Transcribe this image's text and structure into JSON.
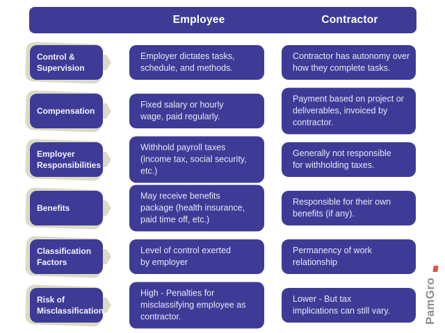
{
  "colors": {
    "box_indigo": "#3e3b97",
    "shadow_beige": "#dbdac6",
    "text_light": "#e8e6f5",
    "logo_gray": "#8e8e8e",
    "logo_red": "#e4504f",
    "background": "#ffffff"
  },
  "header": {
    "employee": "Employee",
    "contractor": "Contractor"
  },
  "rows": [
    {
      "label": "Control &\nSupervision",
      "employee": "Employer dictates tasks,\nschedule, and methods.",
      "contractor": "Contractor has autonomy over\nhow they complete tasks."
    },
    {
      "label": "Compensation",
      "employee": "Fixed salary or hourly\nwage, paid regularly.",
      "contractor": "Payment based on project or\ndeliverables, invoiced by\ncontractor."
    },
    {
      "label": "Employer\nResponsibilities",
      "employee": "Withhold payroll taxes\n(income tax, social security,\netc.)",
      "contractor": "Generally not responsible\nfor withholding taxes."
    },
    {
      "label": "Benefits",
      "employee": "May receive benefits\npackage (health insurance,\npaid time off, etc.)",
      "contractor": "Responsible for their own\nbenefits (if any)."
    },
    {
      "label": "Classification\nFactors",
      "employee": "Level of control exerted\nby employer",
      "contractor": "Permanency of work\nrelationship"
    },
    {
      "label": "Risk of\nMisclassification",
      "employee": "High - Penalties for\nmisclassifying employee as\ncontractor.",
      "contractor": "Lower - But tax\nimplications can still vary."
    }
  ],
  "logo": {
    "text": "PamGro"
  }
}
